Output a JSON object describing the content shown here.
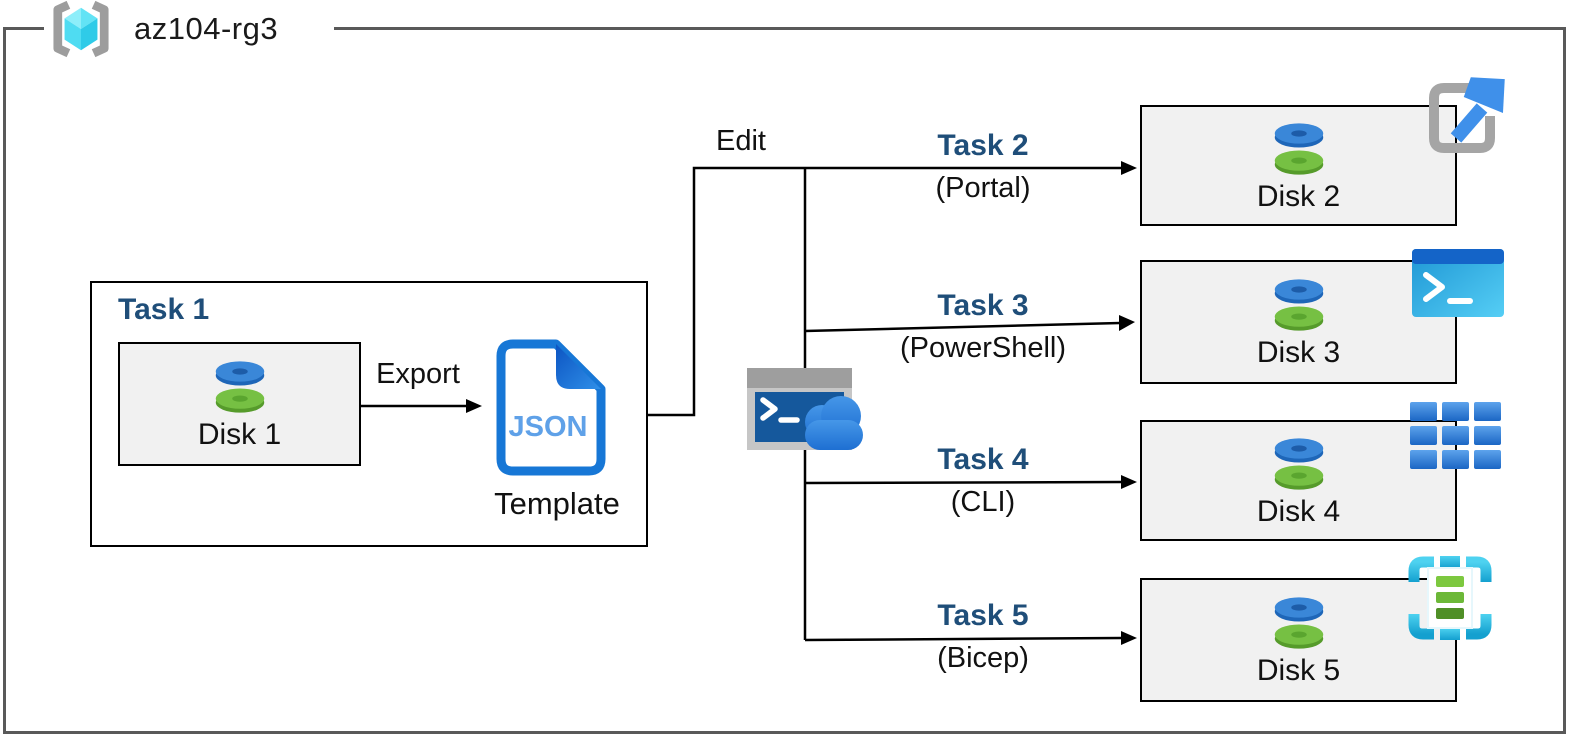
{
  "resource_group": {
    "name": "az104-rg3"
  },
  "task1": {
    "title": "Task 1",
    "disk_label": "Disk 1"
  },
  "export_label": "Export",
  "edit_label": "Edit",
  "template": {
    "badge": "JSON",
    "label": "Template"
  },
  "tasks": [
    {
      "title": "Task 2",
      "method": "(Portal)",
      "disk_label": "Disk 2",
      "tool_icon": "azure-portal-icon"
    },
    {
      "title": "Task 3",
      "method": "(PowerShell)",
      "disk_label": "Disk 3",
      "tool_icon": "powershell-icon"
    },
    {
      "title": "Task 4",
      "method": "(CLI)",
      "disk_label": "Disk 4",
      "tool_icon": "cli-icon"
    },
    {
      "title": "Task 5",
      "method": "(Bicep)",
      "disk_label": "Disk 5",
      "tool_icon": "bicep-icon"
    }
  ],
  "colors": {
    "task_title_blue": "#1f4e79",
    "outer_border_gray": "#595959",
    "disk_box_fill": "#f1f1f1",
    "json_icon_blue": "#1777d6",
    "disk_blue": "#3a87d8",
    "disk_green": "#76c043",
    "rg_cube_cyan": "#50dcf2"
  }
}
